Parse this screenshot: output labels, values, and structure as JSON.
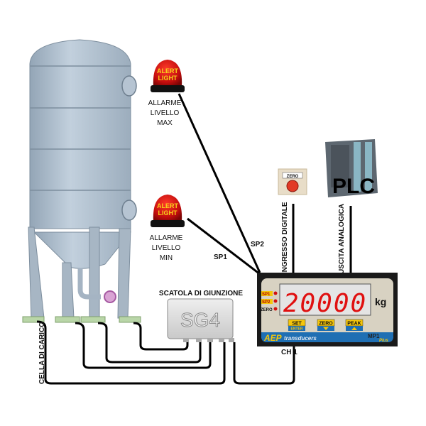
{
  "alarms": {
    "max": {
      "light_text_1": "ALERT",
      "light_text_2": "LIGHT",
      "label_1": "ALLARME",
      "label_2": "LIVELLO",
      "label_3": "MAX"
    },
    "min": {
      "light_text_1": "ALERT",
      "light_text_2": "LIGHT",
      "label_1": "ALLARME",
      "label_2": "LIVELLO",
      "label_3": "MIN"
    }
  },
  "wires": {
    "sp1": "SP1",
    "sp2": "SP2",
    "ch1": "CH 1"
  },
  "zero_button": {
    "plate": "ZERO"
  },
  "plc": {
    "label": "PLC"
  },
  "vertical_labels": {
    "digital_input": "INGRESSO DIGITALE",
    "analog_output": "USCITA ANALOGICA",
    "load_cell": "CELLA DI CARICO"
  },
  "junction_box": {
    "title": "SCATOLA DI GIUNZIONE",
    "model": "SG4"
  },
  "indicator": {
    "display_value": "20000",
    "unit": "kg",
    "leds": [
      "SP1",
      "SP2",
      "ZERO"
    ],
    "buttons": [
      {
        "top": "SET",
        "bottom": "ENTER"
      },
      {
        "top": "ZERO",
        "bottom": "down-arrow-icon"
      },
      {
        "top": "PEAK",
        "bottom": "up-arrow-icon"
      }
    ],
    "brand": "AEP",
    "brand_sub": "transducers",
    "model": "MP1",
    "model_sub": "Plus"
  },
  "colors": {
    "tank": "#a9b9c8",
    "display_digits": "#e01010",
    "brand_bar": "#1f6fb3",
    "button_yellow": "#f5c60a",
    "base_green": "#b9d6a8"
  }
}
